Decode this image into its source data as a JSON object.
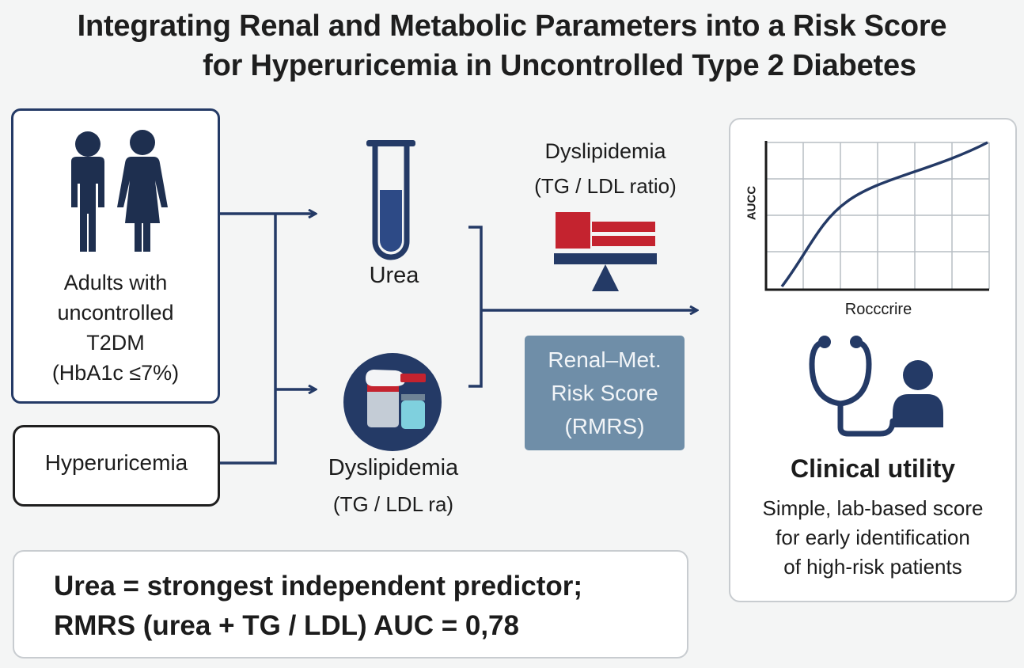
{
  "title": {
    "line1": "Integrating Renal and Metabolic Parameters into a Risk Score",
    "line2": "for Hyperuricemia in Uncontrolled Type 2 Diabetes"
  },
  "population": {
    "icon": "people-icon",
    "lines": [
      "Adults with",
      "uncontrolled",
      "T2DM",
      "(HbA1c ≤7%)"
    ]
  },
  "hyperuricemia_label": "Hyperuricemia",
  "urea": {
    "icon": "test-tube-icon",
    "label": "Urea"
  },
  "dyslipidemia_lower": {
    "icon": "lab-containers-icon",
    "label": "Dyslipidemia",
    "sublabel": "(TG / LDL ra)"
  },
  "dyslipidemia_upper": {
    "icon": "balance-bars-icon",
    "label": "Dyslipidemia",
    "sublabel": "(TG / LDL ratio)"
  },
  "score_box": {
    "lines": [
      "Renal–Met.",
      "Risk Score",
      "(RMRS)"
    ]
  },
  "roc_panel": {
    "ylabel": "AUCC",
    "xlabel": "Rocccrire",
    "curve_icon": "roc-curve-icon"
  },
  "clinical": {
    "icon": "stethoscope-doctor-icon",
    "heading": "Clinical utility",
    "lines": [
      "Simple, lab-based score",
      "for early identification",
      "of high-risk patients"
    ]
  },
  "summary": {
    "line1": "Urea = strongest independent predictor;",
    "line2": "RMRS (urea + TG / LDL) AUC = 0,78"
  },
  "colors": {
    "navy": "#243a66",
    "red": "#c4232f",
    "score_bg": "#6f8ea8",
    "panel_border": "#c8ccd0"
  }
}
